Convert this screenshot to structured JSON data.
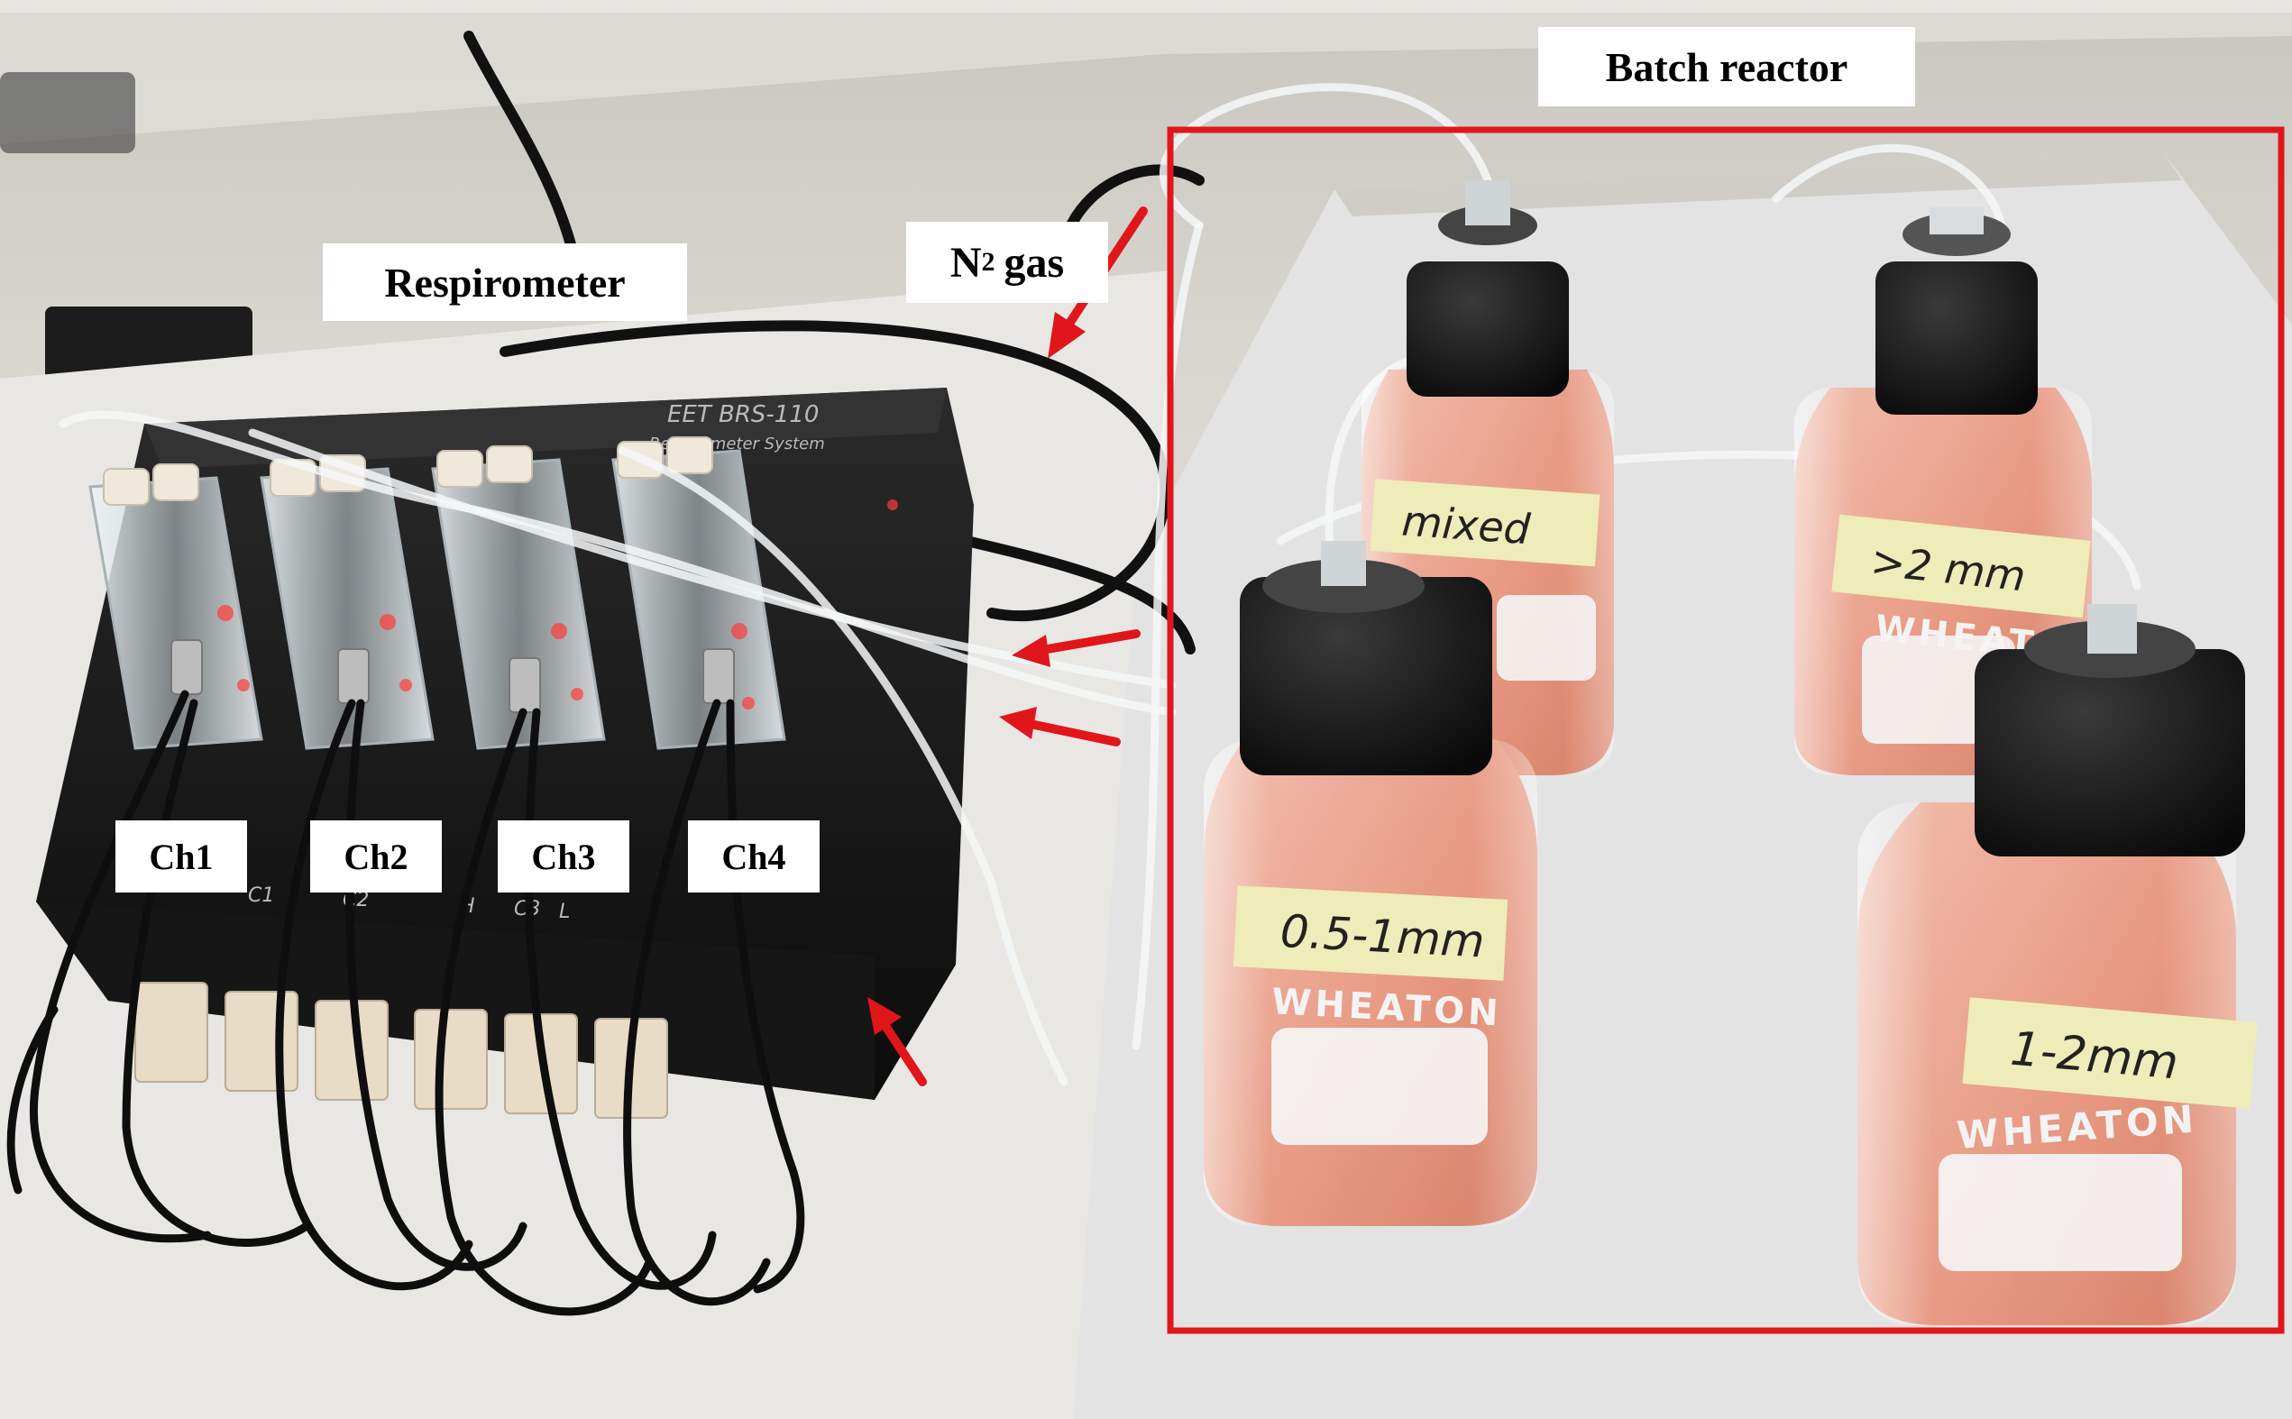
{
  "labels": {
    "respirometer": "Respirometer",
    "batch_reactor": "Batch reactor",
    "n2_gas_main": "N",
    "n2_gas_sub": "2",
    "n2_gas_rest": "gas",
    "ch1": "Ch1",
    "ch2": "Ch2",
    "ch3": "Ch3",
    "ch4": "Ch4"
  },
  "device": {
    "model": "EET BRS-110",
    "subtitle": "Respirometer System",
    "port_c1": "C1",
    "port_c2": "C2",
    "port_c3": "C3",
    "port_h": "H",
    "port_l": "L"
  },
  "bottles": {
    "mixed": "mixed",
    "gt2": ">2 mm",
    "half_to_one": "0.5-1mm",
    "one_to_two": "1-2mm",
    "brand": "WHEATON"
  },
  "colors": {
    "highlight_box": "#e0161b",
    "arrow": "#e0161b",
    "liquid": "#e5957d",
    "cap": "#141414"
  }
}
